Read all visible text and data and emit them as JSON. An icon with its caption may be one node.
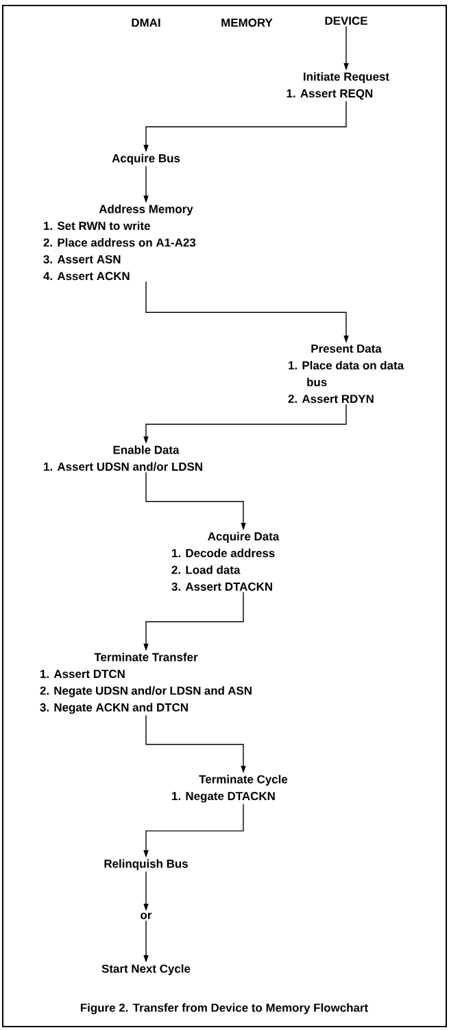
{
  "diagram": {
    "caption": "Figure 2. Transfer from Device to Memory Flowchart",
    "nodes": [
      {
        "text": [
          "DEVICE"
        ]
      },
      {
        "text": [
          "Initiate Request",
          "1. Assert REQN"
        ]
      },
      {
        "text": [
          "Acquire Bus"
        ]
      },
      {
        "text": [
          "Address Memory",
          "1. Set RWN to write",
          "2. Place address on A1-A23",
          "3. Assert ASN",
          "4. Assert ACKN"
        ]
      },
      {
        "text": [
          "Present Data",
          "1. Place data on data bus",
          "2. Assert RDYN"
        ]
      },
      {
        "text": [
          "Enable Data",
          "1. Assert UDSN and/or LDSN"
        ]
      },
      {
        "text": [
          "Acquire Data",
          "1. Decode address",
          "2. Load data",
          "3. Assert DTACKN"
        ]
      },
      {
        "text": [
          "Terminate Transfer",
          "1. Assert DTCN",
          "2. Negate UDSN and/or LDSN and ASN",
          "3. Negate ACKN and DTCN"
        ]
      },
      {
        "text": [
          "Terminate Cycle",
          "1. Negate DTACKN"
        ]
      },
      {
        "text": [
          "Relinquish Bus"
        ]
      },
      {
        "text": [
          "or"
        ]
      },
      {
        "text": [
          "Start Next Cycle"
        ]
      }
    ],
    "edges": [
      {
        "from": 0,
        "to": 1,
        "arrow": "to"
      },
      {
        "from": 1,
        "to": 2,
        "arrow": "to"
      },
      {
        "from": 2,
        "to": 3,
        "arrow": "to"
      },
      {
        "from": 3,
        "to": 4,
        "arrow": "to"
      },
      {
        "from": 4,
        "to": 5,
        "arrow": "to"
      },
      {
        "from": 5,
        "to": 6,
        "arrow": "to"
      },
      {
        "from": 6,
        "to": 7,
        "arrow": "to"
      },
      {
        "from": 7,
        "to": 8,
        "arrow": "to"
      },
      {
        "from": 8,
        "to": 9,
        "arrow": "to"
      },
      {
        "from": 9,
        "to": 10,
        "arrow": "to"
      },
      {
        "from": 10,
        "to": 11,
        "arrow": "to"
      }
    ],
    "labels": [
      "DMAI",
      "MEMORY"
    ]
  }
}
